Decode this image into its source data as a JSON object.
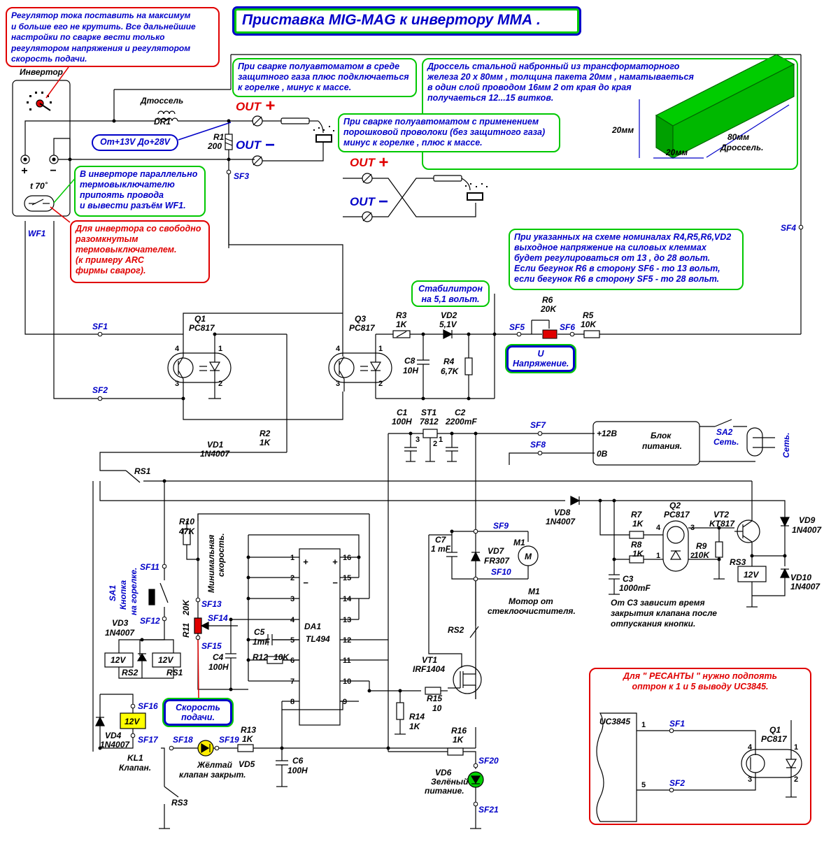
{
  "title": "Приставка MIG-MAG к инвертору ММА .",
  "notes": {
    "regulator": "Регулятор тока поставить на максимум\nи больше его не крутить.  Все дальнейшие\nнастройки по сварке вести только\nрегулятором напряжения и регулятором\nскорость подачи.",
    "gas_polarity": "При сварке полуавтоматом в среде\nзащитного газа плюс подключаеться\nк горелке , минус к массе.",
    "choke": "Дроссель стальной набронный из трансформаторного\nжелеза 20 х 80мм , толщина пакета 20мм , наматываеться\nв один слой проводом 16мм 2 от края до края\nполучаеться 12...15 витков.",
    "flux_polarity": "При сварке полуавтоматом с применением\nпорошковой проволоки (без защитного газа)\nминус к горелке , плюс к массе.",
    "voltage_range": "От+13V До+28V",
    "thermo_parallel": "В инверторе параллельно\nтермовыключателю\nприпоять провода\nи вывести разъём WF1.",
    "thermo_open": "Для инвертора со свободно\nразомкнутым\nтермовыключателем.\n(к примеру ARC\nфирмы сварог).",
    "output_regulation": "При указанных на схеме номиналах R4,R5,R6,VD2\nвыходное напряжение на силовых клеммах\nбудет регулироваться от 13 , до 28 вольт.\nЕсли бегунок R6 в сторону SF6 - то 13 вольт,\nесли бегунок  R6 в сторону SF5 - то 28 вольт.",
    "zener": "Стабилитрон\nна 5,1 вольт.",
    "voltage_knob": "U\nНапряжение.",
    "speed_knob": "Скорость\nподачи.",
    "resanta": "Для \" РЕСАНТЫ \" нужно подпоять\nоптрон к 1 и 5 выводу UC3845."
  },
  "labels": {
    "inverter": "Инвертор",
    "choke_name": "Дтоссель",
    "dr1": "DR1",
    "out_plus": "OUT",
    "out_minus": "OUT",
    "plus_sign": "+",
    "minus_sign": "−",
    "thermo": "t  70˚",
    "wf1": "WF1",
    "r1": "R1",
    "r1_val": "200",
    "sf1": "SF1",
    "sf2": "SF2",
    "sf3": "SF3",
    "sf4": "SF4",
    "sf5": "SF5",
    "sf6": "SF6",
    "sf7": "SF7",
    "sf8": "SF8",
    "sf9": "SF9",
    "sf10": "SF10",
    "sf11": "SF11",
    "sf12": "SF12",
    "sf13": "SF13",
    "sf14": "SF14",
    "sf15": "SF15",
    "sf16": "SF16",
    "sf17": "SF17",
    "sf18": "SF18",
    "sf19": "SF19",
    "sf20": "SF20",
    "sf21": "SF21",
    "q1": "Q1",
    "q1_type": "PC817",
    "q3": "Q3",
    "q3_type": "PC817",
    "q2": "Q2",
    "q2_type": "PC817",
    "r3": "R3",
    "r3_val": "1K",
    "vd2": "VD2",
    "vd2_val": "5,1V",
    "r6": "R6",
    "r6_val": "20K",
    "r5": "R5",
    "r5_val": "10K",
    "c8": "C8",
    "c8_val": "10H",
    "r4": "R4",
    "r4_val": "6,7K",
    "vd1": "VD1",
    "vd1_val": "1N4007",
    "r2": "R2",
    "r2_val": "1K",
    "c1": "C1",
    "c1_val": "100H",
    "st1": "ST1",
    "st1_val": "7812",
    "c2": "C2",
    "c2_val": "2200mF",
    "psu": "Блок\nпитания.",
    "psu_12v": "+12В",
    "psu_0v": "0В",
    "sa2": "SA2",
    "sa2_name": "Сеть.",
    "mains": "Сеть.",
    "rs1": "RS1",
    "vd8": "VD8",
    "vd8_val": "1N4007",
    "vd9": "VD9",
    "vd9_val": "1N4007",
    "vd10": "VD10",
    "vd10_val": "1N4007",
    "r7": "R7",
    "r7_val": "1K",
    "r8": "R8",
    "r8_val": "1K",
    "r9": "R9",
    "r9_val": "10K",
    "vt2": "VT2",
    "vt2_val": "KT817",
    "rs3": "RS3",
    "c3": "C3",
    "c3_val": "1000mF",
    "c3_note": "От C3 зависит время\nзакрытия клапана после\nотпускания кнопки.",
    "r10": "R10",
    "r10_val": "47K",
    "min_speed": "Минимальная\nскорость.",
    "c7": "C7",
    "c7_val": "1 mF",
    "vd7": "VD7",
    "vd7_val": "FR307",
    "m1": "M1",
    "m1_letter": "M",
    "motor": "M1\nМотор от\nстеклоочистителя.",
    "sa1": "SA1\nКнопка\nна горелке.",
    "vd3": "VD3",
    "vd3_val": "1N4007",
    "rs2": "RS2",
    "relay_12v": "12V",
    "r11": "R11",
    "r11_val": "20K",
    "c5": "C5",
    "c5_val": "1mF",
    "c4": "C4",
    "c4_val": "100H",
    "r12": "R12",
    "r12_val": "10K",
    "da1": "DA1",
    "da1_val": "TL494",
    "vt1": "VT1",
    "vt1_val": "IRF1404",
    "r15": "R15",
    "r15_val": "10",
    "r14": "R14",
    "r14_val": "1K",
    "vd4": "VD4",
    "vd4_val": "1N4007",
    "kl1": "KL1\nКлапан.",
    "r13": "R13",
    "r13_val": "1K",
    "vd5": "VD5",
    "yellow": "Жёлтай\nклапан закрыт.",
    "c6": "C6",
    "c6_val": "100H",
    "r16": "R16",
    "r16_val": "1K",
    "vd6": "VD6",
    "green_led": "Зелёный\nпитание.",
    "uc3845": "UC3845",
    "dim_20a": "20мм",
    "dim_20b": "20мм",
    "dim_80": "80мм\nДроссель."
  },
  "pins": {
    "left": [
      "1",
      "2",
      "3",
      "4",
      "5",
      "6",
      "7",
      "8"
    ],
    "right": [
      "16",
      "15",
      "14",
      "13",
      "12",
      "11",
      "10",
      "9"
    ],
    "opto_a": [
      "4",
      "1",
      "3",
      "2"
    ],
    "uc_pins": [
      "1",
      "5"
    ],
    "st1_pins": [
      "3",
      "2",
      "1"
    ]
  }
}
